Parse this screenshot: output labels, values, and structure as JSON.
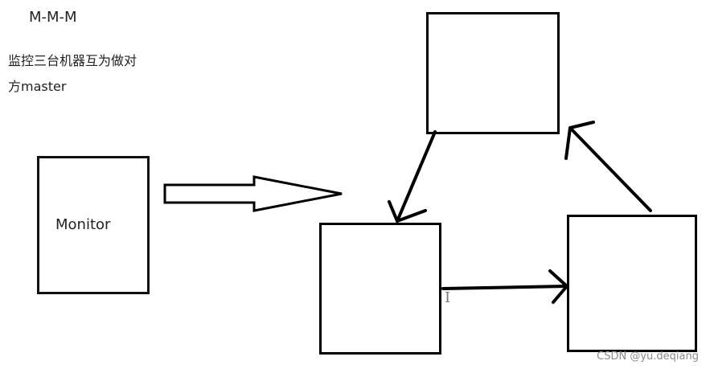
{
  "title": "M-M-M",
  "description": {
    "line1": "监控三台机器互为做对",
    "line2": "方master"
  },
  "monitor": {
    "label": "Monitor"
  },
  "cursor_glyph": "I",
  "watermark": "CSDN @yu.deqiang"
}
